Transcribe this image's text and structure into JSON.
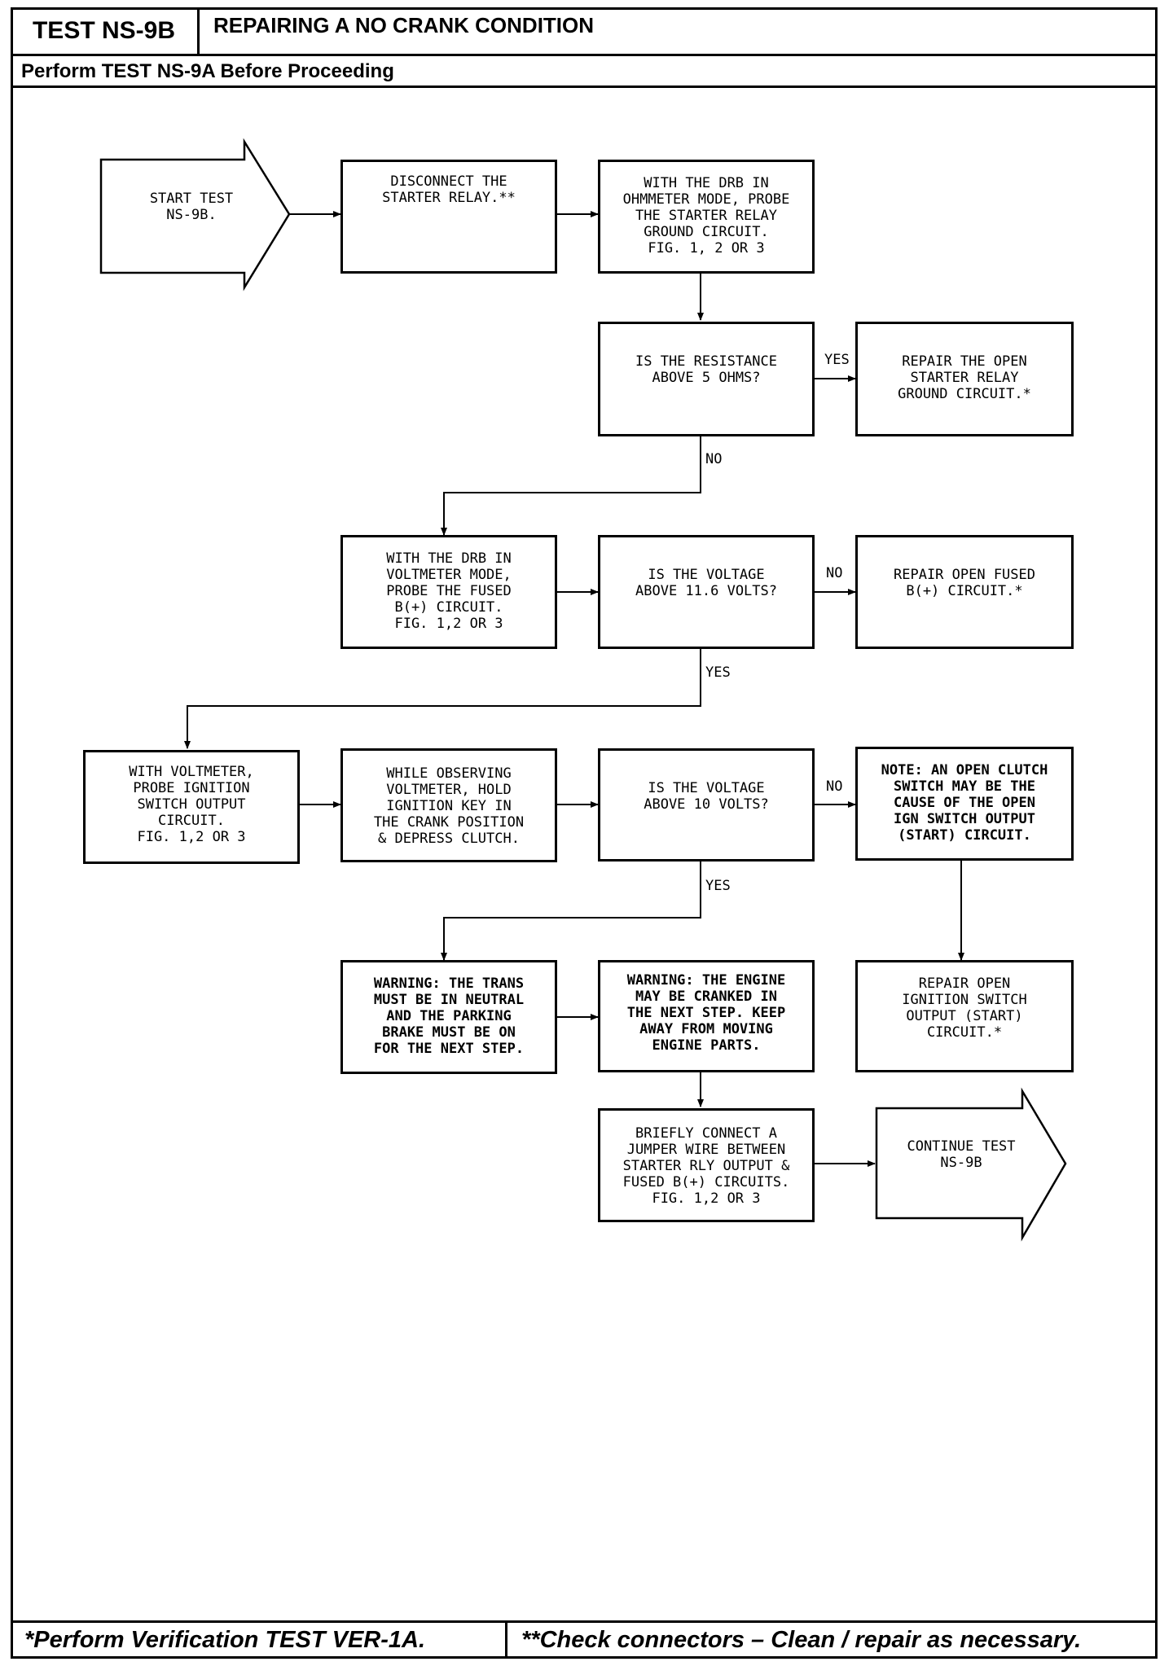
{
  "header": {
    "test_id": "TEST NS-9B",
    "title": "REPAIRING A NO CRANK CONDITION",
    "subtitle": "Perform TEST NS-9A Before Proceeding"
  },
  "flow": {
    "start": "START TEST\nNS-9B.",
    "disconnect": "DISCONNECT THE\nSTARTER RELAY.**",
    "ohmmeter": "WITH THE DRB IN\nOHMMETER MODE, PROBE\nTHE STARTER RELAY\nGROUND CIRCUIT.\nFIG. 1, 2 OR 3",
    "q_resistance": "IS THE RESISTANCE\nABOVE 5 OHMS?",
    "repair_ground": "REPAIR THE OPEN\nSTARTER RELAY\nGROUND CIRCUIT.*",
    "voltmeter_fused": "WITH THE DRB IN\nVOLTMETER MODE,\nPROBE THE FUSED\nB(+) CIRCUIT.\nFIG. 1,2 OR 3",
    "q_voltage_116": "IS THE VOLTAGE\nABOVE 11.6 VOLTS?",
    "repair_fused": "REPAIR OPEN FUSED\nB(+) CIRCUIT.*",
    "probe_ignition": "WITH VOLTMETER,\nPROBE IGNITION\nSWITCH OUTPUT\nCIRCUIT.\nFIG. 1,2 OR 3",
    "observe": "WHILE OBSERVING\nVOLTMETER, HOLD\nIGNITION KEY IN\nTHE CRANK POSITION\n& DEPRESS CLUTCH.",
    "q_voltage_10": "IS THE VOLTAGE\nABOVE 10 VOLTS?",
    "note_clutch": "NOTE: AN OPEN CLUTCH\nSWITCH MAY BE THE\nCAUSE OF THE OPEN\nIGN SWITCH OUTPUT\n(START) CIRCUIT.",
    "warning_trans": "WARNING: THE TRANS\nMUST BE IN NEUTRAL\nAND THE PARKING\nBRAKE MUST BE ON\nFOR THE NEXT STEP.",
    "warning_engine": "WARNING: THE ENGINE\nMAY BE CRANKED IN\nTHE NEXT STEP. KEEP\nAWAY FROM MOVING\nENGINE PARTS.",
    "repair_ignition": "REPAIR OPEN\nIGNITION SWITCH\nOUTPUT (START)\nCIRCUIT.*",
    "jumper": "BRIEFLY CONNECT A\nJUMPER WIRE BETWEEN\nSTARTER RLY OUTPUT &\nFUSED B(+) CIRCUITS.\nFIG. 1,2 OR 3",
    "continue": "CONTINUE TEST\nNS-9B"
  },
  "labels": {
    "yes": "YES",
    "no": "NO"
  },
  "footer": {
    "left": "*Perform Verification TEST VER-1A.",
    "right": "**Check connectors – Clean / repair as necessary."
  }
}
